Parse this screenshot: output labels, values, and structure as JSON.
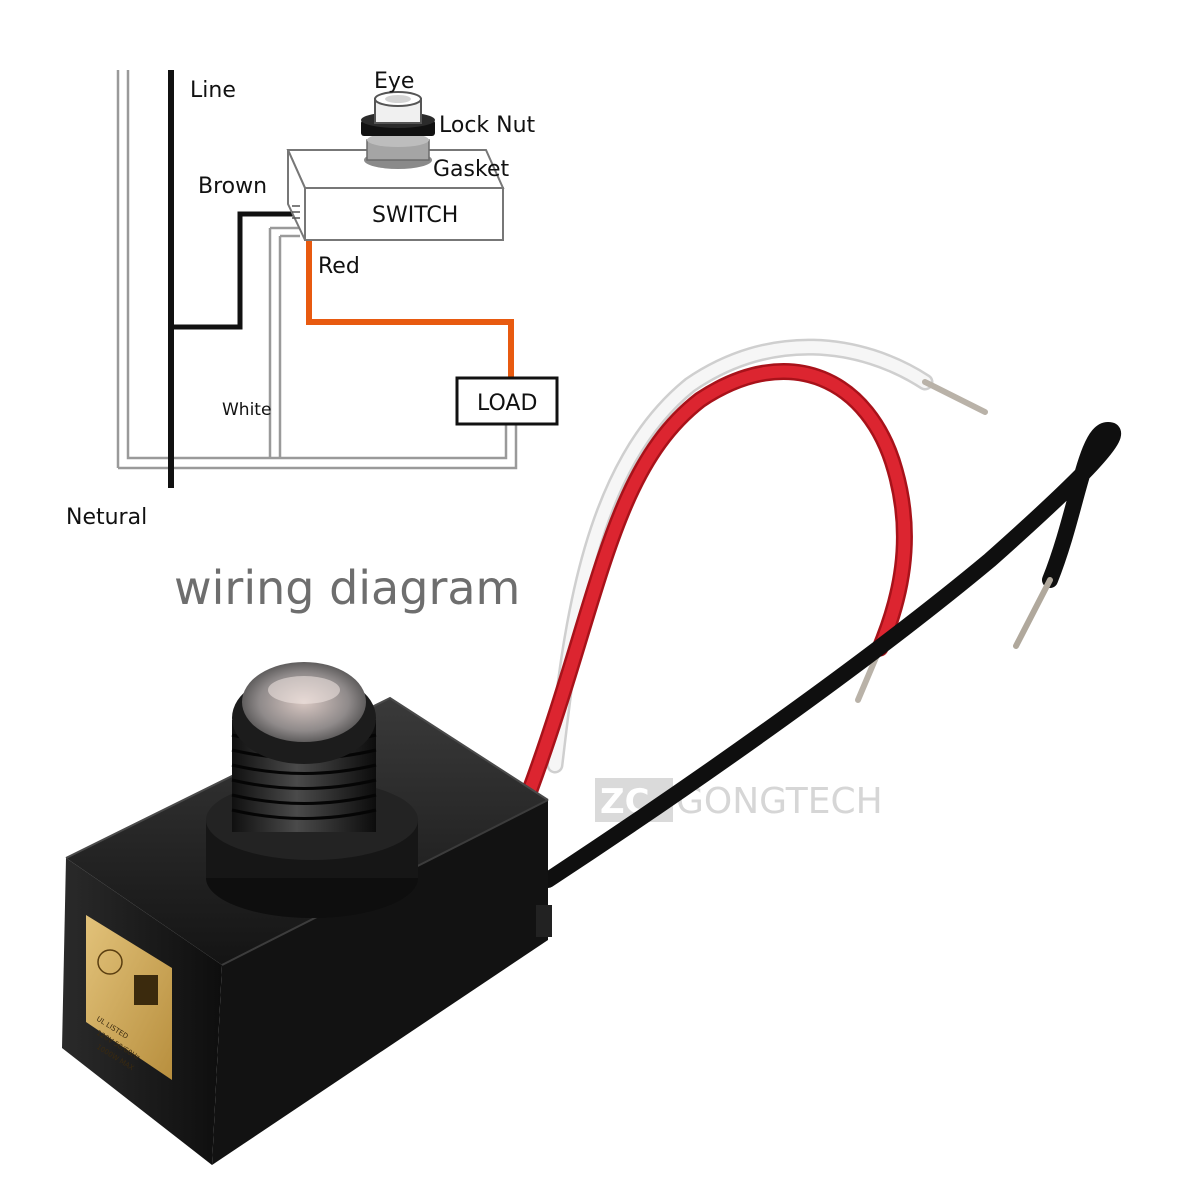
{
  "diagram": {
    "labels": {
      "line": "Line",
      "eye": "Eye",
      "lock_nut": "Lock Nut",
      "gasket": "Gasket",
      "brown": "Brown",
      "switch": "SWITCH",
      "red": "Red",
      "load": "LOAD",
      "white": "White",
      "neutral": "Netural"
    },
    "caption": "wiring diagram"
  },
  "watermark": {
    "badge": "ZC",
    "brand": "GONGTECH"
  },
  "colors": {
    "line_wire": "#111111",
    "red_wire": "#e85a10",
    "neutral_wire": "#aaaaaa",
    "product_body": "#1a1a1a",
    "label_plate": "#c9a55a",
    "photo_red_wire": "#d8202a",
    "photo_white_wire": "#f2f2f2",
    "photo_black_wire": "#141414"
  },
  "icons": [
    "photocell-eye-icon",
    "switch-box-icon",
    "load-box-icon"
  ]
}
